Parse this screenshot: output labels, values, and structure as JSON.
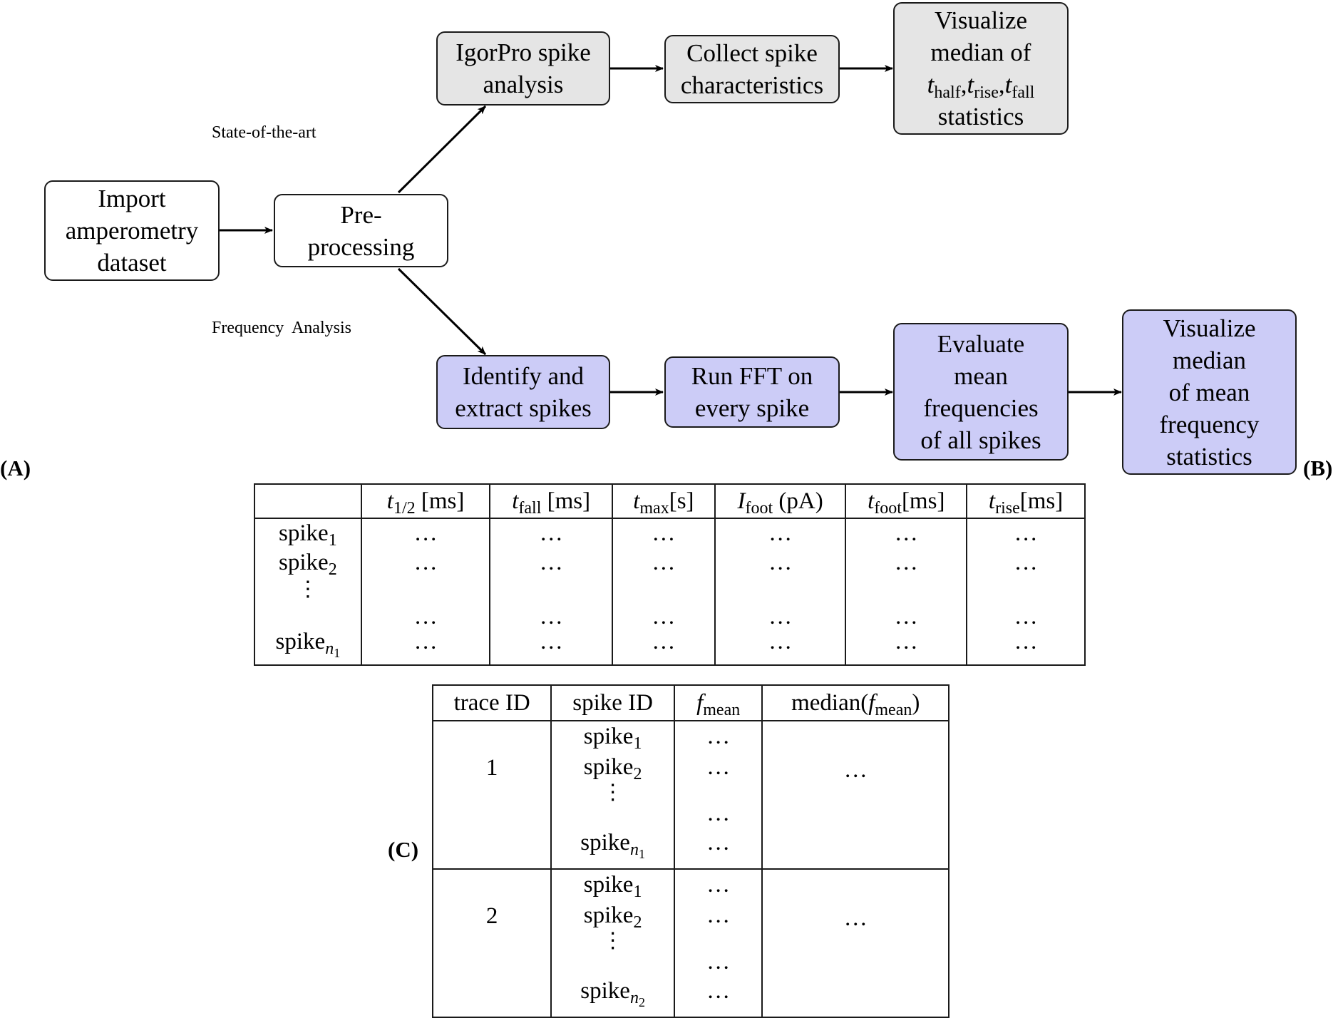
{
  "diagram": {
    "boxes": {
      "import": [
        "Import",
        "amperometry",
        "dataset"
      ],
      "preprocess": [
        "Pre-",
        "processing"
      ],
      "igor": [
        "IgorPro spike",
        "analysis"
      ],
      "collect": [
        "Collect spike",
        "characteristics"
      ],
      "visualize_top": {
        "line1": "Visualize",
        "line2": "median of",
        "line4": "statistics",
        "t1": "t",
        "s1": "half",
        "t2": "t",
        "s2": "rise",
        "t3": "t",
        "s3": "fall",
        "sep": ","
      },
      "identify": [
        "Identify and",
        "extract spikes"
      ],
      "fft": [
        "Run FFT on",
        "every spike"
      ],
      "evaluate": [
        "Evaluate",
        "mean",
        "frequencies",
        "of all spikes"
      ],
      "visualize_bottom": [
        "Visualize",
        "median",
        "of mean",
        "frequency",
        "statistics"
      ]
    },
    "branch_labels": {
      "top": "State-of-the-art",
      "bottom": "Frequency  Analysis"
    },
    "panel_labels": {
      "a": "(A)",
      "b": "(B)",
      "c": "(C)"
    }
  },
  "table_b": {
    "headers": [
      {
        "var": "t",
        "sub": "1/2",
        "unit": " [ms]"
      },
      {
        "var": "t",
        "sub": "fall",
        "unit": " [ms]"
      },
      {
        "var": "t",
        "sub": "max",
        "unit": "[s]"
      },
      {
        "var": "I",
        "sub": "foot",
        "unit": " (pA)"
      },
      {
        "var": "t",
        "sub": "foot",
        "unit": "[ms]"
      },
      {
        "var": "t",
        "sub": "rise",
        "unit": "[ms]"
      }
    ],
    "rows": [
      {
        "label": "spike",
        "sub": "1"
      },
      {
        "label": "spike",
        "sub": "2"
      },
      {
        "label": "spike",
        "sub": "n",
        "subsub": "1"
      }
    ],
    "cell": "…",
    "vdots": "⋮"
  },
  "table_c": {
    "headers": {
      "trace": "trace ID",
      "spike": "spike ID",
      "fvar": "f",
      "fsub": "mean",
      "median_pre": "median(",
      "median_var": "f",
      "median_sub": "mean",
      "median_post": ")"
    },
    "groups": [
      {
        "trace": "1",
        "last_sub": "n",
        "last_subsub": "1"
      },
      {
        "trace": "2",
        "last_sub": "n",
        "last_subsub": "2"
      }
    ],
    "spike_label": "spike",
    "sub1": "1",
    "sub2": "2",
    "cell": "…",
    "vdots": "⋮"
  }
}
